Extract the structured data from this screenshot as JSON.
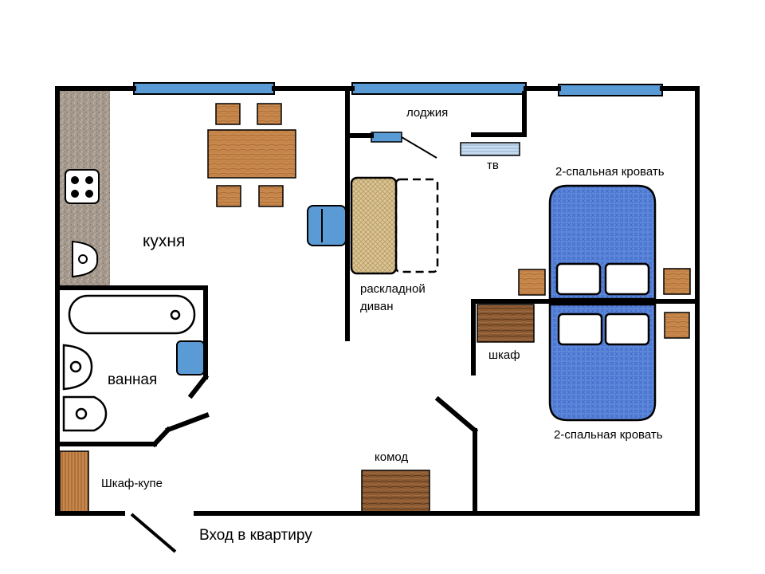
{
  "labels": {
    "loggia": "лоджия",
    "tv": "тв",
    "kitchen": "кухня",
    "sofa_line1": "раскладной",
    "sofa_line2": "диван",
    "bed_top": "2-спальная кровать",
    "bed_bottom": "2-спальная кровать",
    "wardrobe": "шкаф",
    "bathroom": "ванная",
    "dresser": "комод",
    "closet": "Шкаф-купе",
    "entrance": "Вход в квартиру"
  },
  "colors": {
    "wall": "#000000",
    "window": "#5b9bd5",
    "wood": "#c87a3c",
    "bed": "#4f7fd8",
    "sofa": "#d8c090",
    "countertop": "#a89c90",
    "pillow": "#ffffff"
  }
}
